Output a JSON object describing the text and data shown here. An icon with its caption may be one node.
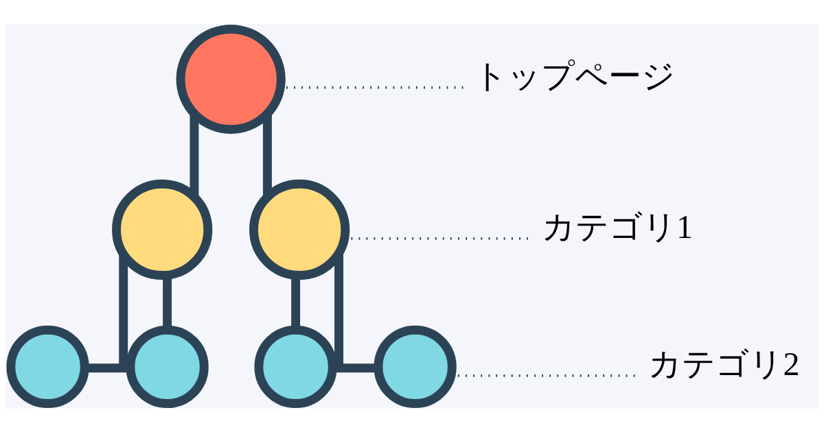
{
  "diagram": {
    "nodes": [
      {
        "text": [],
        "shape": "circle"
      },
      {
        "text": [],
        "shape": "circle"
      },
      {
        "text": [],
        "shape": "circle"
      },
      {
        "text": [],
        "shape": "circle"
      },
      {
        "text": [],
        "shape": "circle"
      },
      {
        "text": [],
        "shape": "circle"
      },
      {
        "text": [],
        "shape": "circle"
      },
      {
        "text": [
          "トップページ"
        ]
      },
      {
        "text": [
          "カテゴリ1"
        ]
      },
      {
        "text": [
          "カテゴリ2"
        ]
      }
    ],
    "edges": [
      {
        "from": 0,
        "to": 1,
        "arrow": "none"
      },
      {
        "from": 0,
        "to": 2,
        "arrow": "none"
      },
      {
        "from": 1,
        "to": 3,
        "arrow": "none"
      },
      {
        "from": 1,
        "to": 4,
        "arrow": "none"
      },
      {
        "from": 2,
        "to": 5,
        "arrow": "none"
      },
      {
        "from": 2,
        "to": 6,
        "arrow": "none"
      },
      {
        "from": 7,
        "to": 0,
        "arrow": "none",
        "style": "dashed"
      },
      {
        "from": 8,
        "to": 2,
        "arrow": "none",
        "style": "dashed"
      },
      {
        "from": 9,
        "to": 6,
        "arrow": "none",
        "style": "dashed"
      }
    ]
  }
}
